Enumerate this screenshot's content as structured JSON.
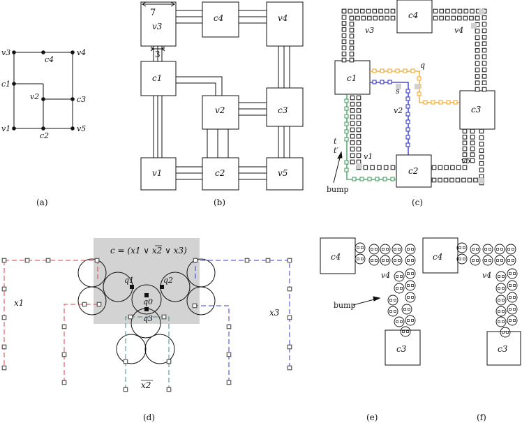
{
  "captions": {
    "a": "(a)",
    "b": "(b)",
    "c": "(c)",
    "d": "(d)",
    "e": "(e)",
    "f": "(f)"
  },
  "panel_a": {
    "v3": "v3",
    "v4": "v4",
    "c4": "c4",
    "c1": "c1",
    "v2": "v2",
    "c3": "c3",
    "v1": "v1",
    "v5": "v5",
    "c2": "c2"
  },
  "panel_b": {
    "dim_width": "7",
    "dim_gap": "3",
    "v3": "v3",
    "c4": "c4",
    "v4": "v4",
    "c1": "c1",
    "v2": "v2",
    "c3": "c3",
    "v1": "v1",
    "c2": "c2",
    "v5": "v5"
  },
  "panel_c": {
    "c4": "c4",
    "v3": "v3",
    "v4": "v4",
    "c1": "c1",
    "q": "q",
    "s": "s",
    "v2": "v2",
    "c3": "c3",
    "t": "t",
    "t_prime": "t′",
    "v1": "v1",
    "c2": "c2",
    "v5": "v5",
    "bump": "bump"
  },
  "panel_d": {
    "clause": "c = (x1 ∨ x2 ∨ x3)",
    "x1": "x1",
    "x3": "x3",
    "x2bar": "x2",
    "q1": "q1",
    "q2": "q2",
    "q0": "q0",
    "q3": "q3"
  },
  "panel_e": {
    "c4": "c4",
    "v4": "v4",
    "c3": "c3",
    "bump": "bump"
  },
  "panel_f": {
    "c4": "c4",
    "v4": "v4",
    "c3": "c3"
  },
  "colors": {
    "ink": "#111111",
    "orange": "#f0a020",
    "blue": "#2a2ac8",
    "green": "#3a9a5a",
    "red": "#e04040",
    "dblue": "#3a3ad8",
    "teal": "#3a8a8a",
    "gray": "#d0d0d0",
    "square": "#555555"
  }
}
